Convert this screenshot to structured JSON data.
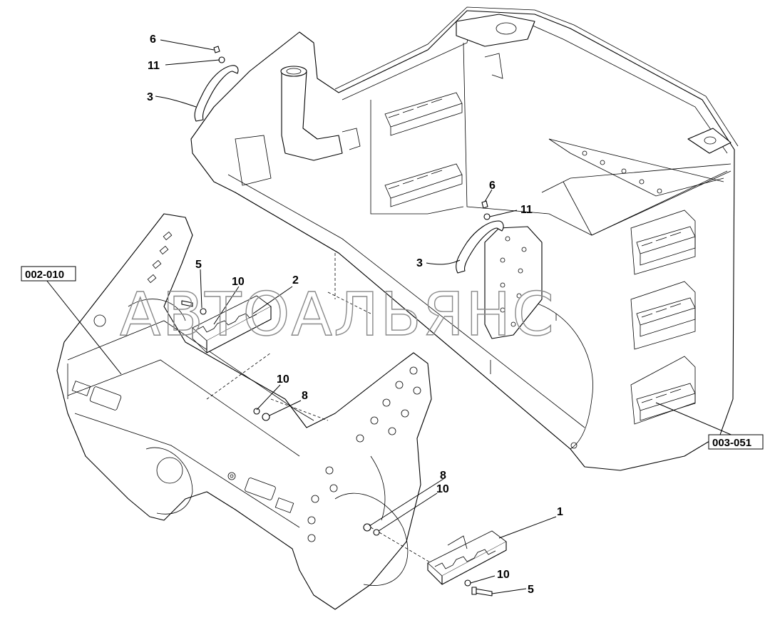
{
  "watermark": "АВТОАЛЬЯНС",
  "callouts": {
    "c6_top": "6",
    "c11_top": "11",
    "c3_top": "3",
    "c6_mid": "6",
    "c11_mid": "11",
    "c3_mid": "3",
    "c5_left": "5",
    "c10_left": "10",
    "c2": "2",
    "c10_center": "10",
    "c8_center": "8",
    "c8_lower": "8",
    "c10_lower": "10",
    "c1": "1",
    "c10_bottom": "10",
    "c5_bottom": "5"
  },
  "references": {
    "ref_left": "002-010",
    "ref_right": "003-051"
  }
}
